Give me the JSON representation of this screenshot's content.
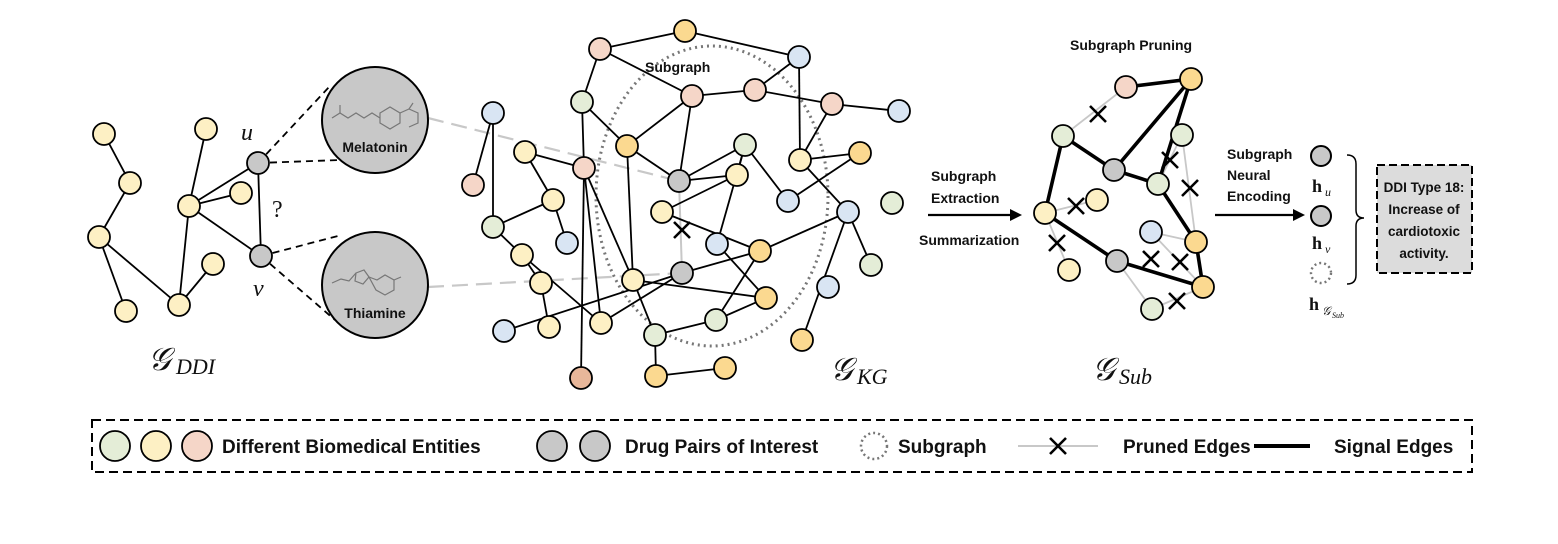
{
  "colors": {
    "yellow": "#FDF0C4",
    "green": "#E4EDD7",
    "salmon": "#F5D6C8",
    "blue": "#D9E5F3",
    "gold": "#FBD990",
    "brown": "#E8B79A",
    "gray": "#C8C8C8",
    "edge": "#000000",
    "pruned": "#C8C8C8"
  },
  "labels": {
    "u": "u",
    "v": "v",
    "question": "?",
    "melatonin": "Melatonin",
    "thiamine": "Thiamine",
    "g_ddi_main": "𝒢",
    "g_ddi_sub": "DDI",
    "subgraph": "Subgraph",
    "g_kg_main": "𝒢",
    "g_kg_sub": "KG",
    "subgraph_pruning": "Subgraph Pruning",
    "g_sub_main": "𝒢",
    "g_sub_sub": "Sub",
    "arrow1_line1": "Subgraph",
    "arrow1_line2": "Extraction",
    "arrow1_below": "Summarization",
    "arrow2_line1": "Subgraph",
    "arrow2_line2": "Neural",
    "arrow2_line3": "Encoding",
    "h_u_main": "h",
    "h_u_sub": "u",
    "h_v_main": "h",
    "h_v_sub": "v",
    "h_g_main": "h",
    "h_g_sub1": "𝒢",
    "h_g_sub2": "Sub",
    "ddi_line1": "DDI Type 18:",
    "ddi_line2": "Increase of",
    "ddi_line3": "cardiotoxic",
    "ddi_line4": "activity."
  },
  "legend": {
    "entities": "Different Biomedical Entities",
    "drug_pairs": "Drug Pairs of Interest",
    "subgraph": "Subgraph",
    "pruned": "Pruned Edges",
    "signal": "Signal Edges"
  }
}
